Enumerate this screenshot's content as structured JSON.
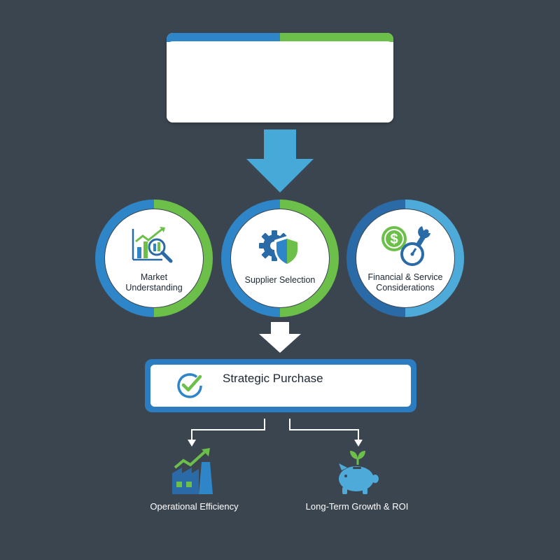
{
  "colors": {
    "background": "#3b4550",
    "blue": "#2e86c8",
    "green": "#6cc04a",
    "light_blue": "#4eaad8",
    "dark_blue": "#2a6aa6"
  },
  "stages": [
    {
      "label_line1": "Market",
      "label_line2": "Understanding",
      "icon": "market-chart-magnifier-icon"
    },
    {
      "label_line1": "Supplier Selection",
      "label_line2": "",
      "icon": "gear-shield-icon"
    },
    {
      "label_line1": "Financial & Service",
      "label_line2": "Considerations",
      "icon": "dollar-wrench-gauge-icon"
    }
  ],
  "result": {
    "label": "Strategic Purchase",
    "icon": "checkmark-circle-icon"
  },
  "outcomes": [
    {
      "label": "Operational Efficiency",
      "icon": "factory-growth-icon"
    },
    {
      "label": "Long-Term Growth & ROI",
      "icon": "piggy-bank-sprout-icon"
    }
  ]
}
